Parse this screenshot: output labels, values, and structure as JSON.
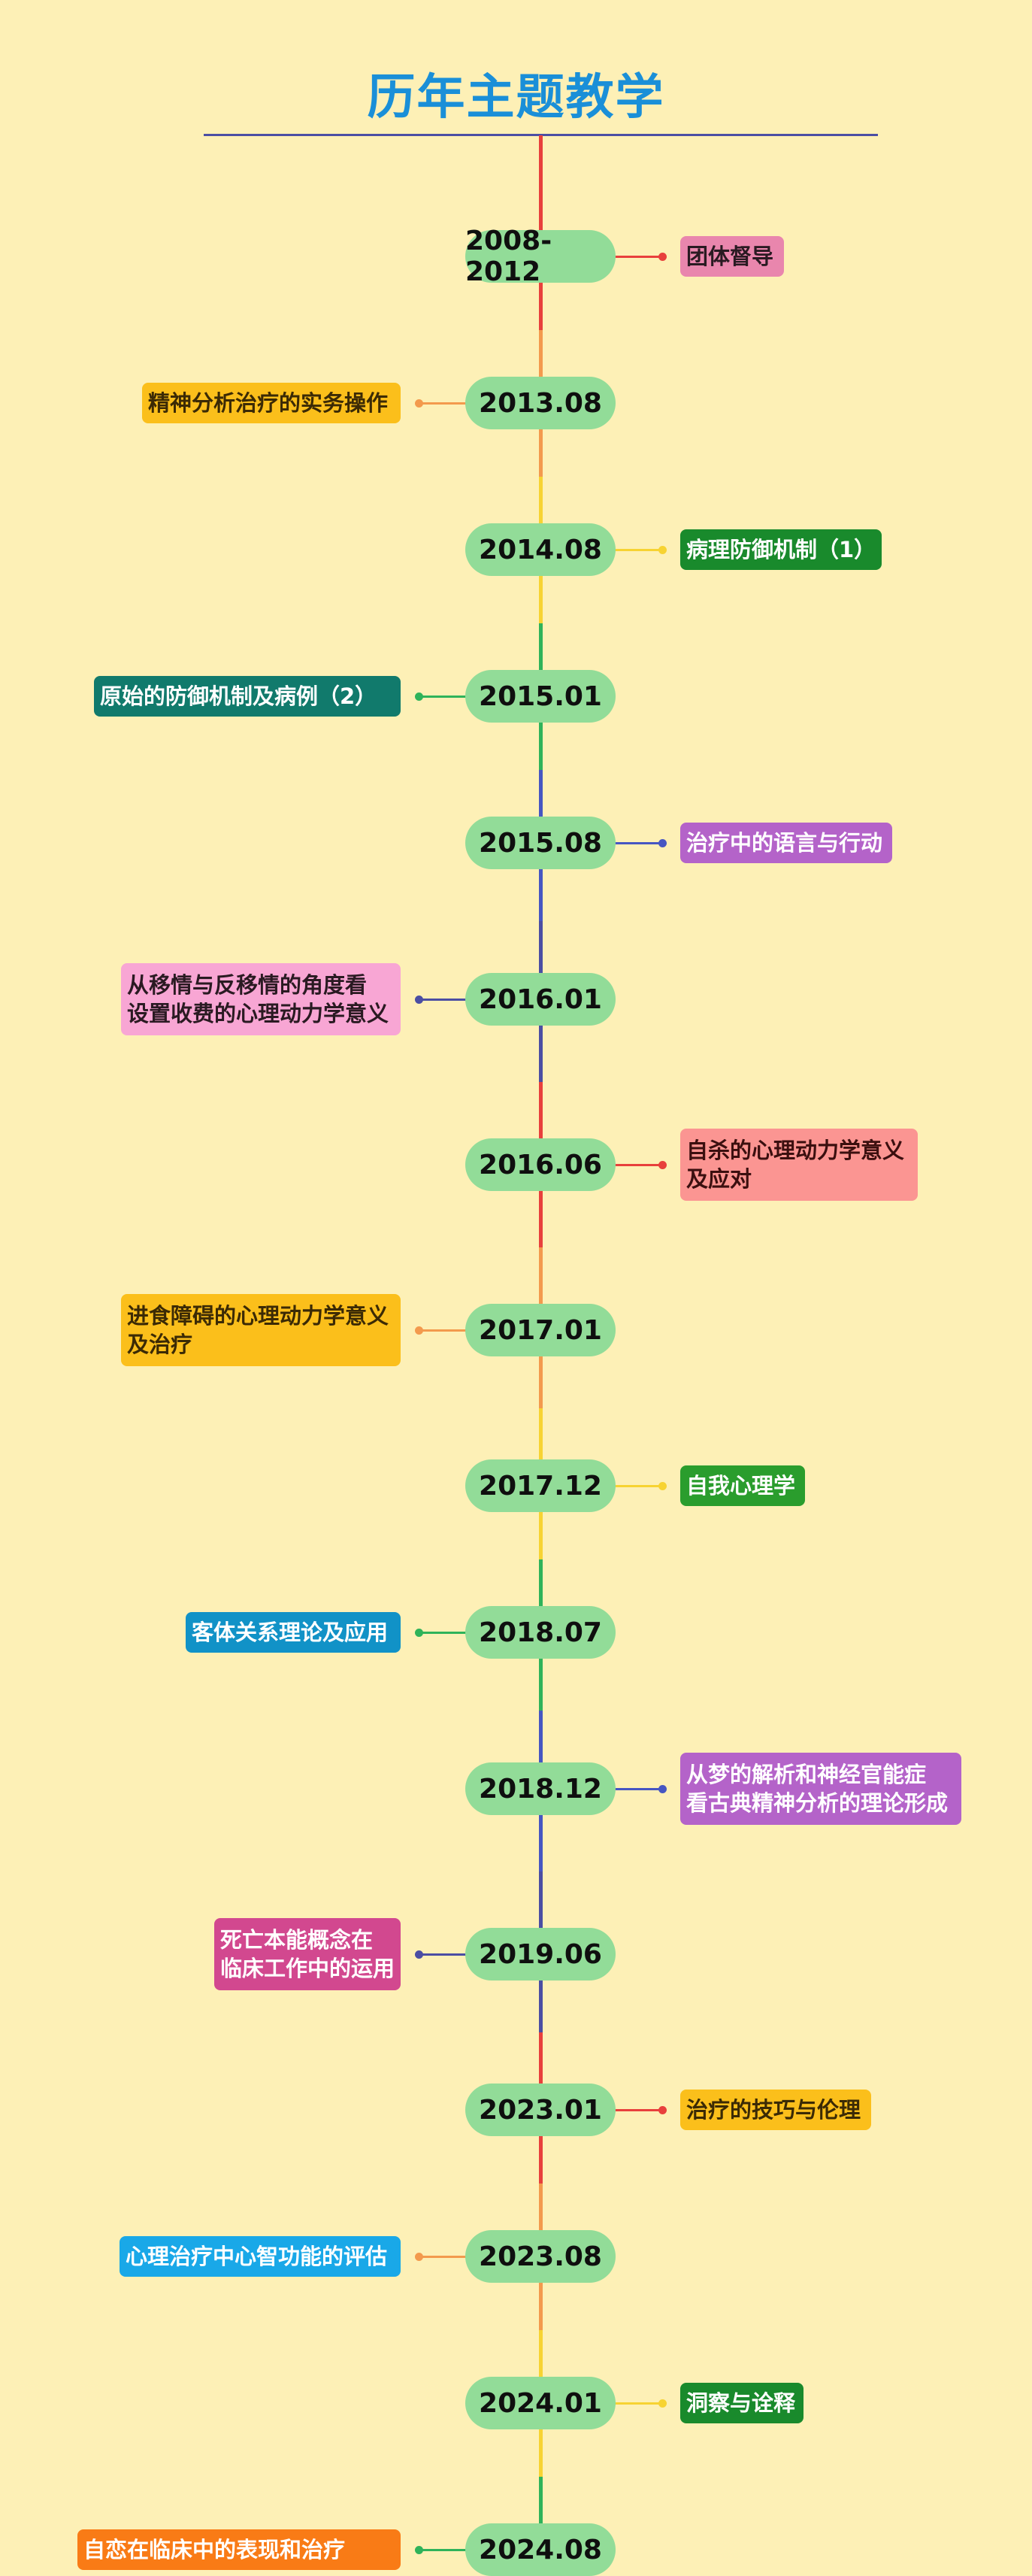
{
  "title": "历年主题教学",
  "timeline": [
    {
      "year": "2008-2012",
      "topic": [
        "团体督导"
      ],
      "side": "right",
      "topic_bg": "#e986ad",
      "topic_fg": "#2a1a22",
      "line_color": "#e8403c"
    },
    {
      "year": "2013.08",
      "topic": [
        "精神分析治疗的实务操作"
      ],
      "side": "left",
      "topic_bg": "#fbbf1b",
      "topic_fg": "#3b2a05",
      "line_color": "#f39a4d"
    },
    {
      "year": "2014.08",
      "topic": [
        "病理防御机制（1）"
      ],
      "side": "right",
      "topic_bg": "#198a2c",
      "topic_fg": "#ffffff",
      "line_color": "#f7d332"
    },
    {
      "year": "2015.01",
      "topic": [
        "原始的防御机制及病例（2）"
      ],
      "side": "left",
      "topic_bg": "#117a6c",
      "topic_fg": "#ffffff",
      "line_color": "#2fb35a"
    },
    {
      "year": "2015.08",
      "topic": [
        "治疗中的语言与行动"
      ],
      "side": "right",
      "topic_bg": "#b463c9",
      "topic_fg": "#ffffff",
      "line_color": "#4656c2"
    },
    {
      "year": "2016.01",
      "topic": [
        "从移情与反移情的角度看",
        "设置收费的心理动力学意义"
      ],
      "side": "left",
      "topic_bg": "#f8a6d4",
      "topic_fg": "#2a1a22",
      "line_color": "#4b4ea3"
    },
    {
      "year": "2016.06",
      "topic": [
        "自杀的心理动力学意义",
        "及应对"
      ],
      "side": "right",
      "topic_bg": "#fb9592",
      "topic_fg": "#3b0f0f",
      "line_color": "#e8403c"
    },
    {
      "year": "2017.01",
      "topic": [
        "进食障碍的心理动力学意义",
        "及治疗"
      ],
      "side": "left",
      "topic_bg": "#fbbf1b",
      "topic_fg": "#3b2a05",
      "line_color": "#f39a4d"
    },
    {
      "year": "2017.12",
      "topic": [
        "自我心理学"
      ],
      "side": "right",
      "topic_bg": "#2a9d2d",
      "topic_fg": "#ffffff",
      "line_color": "#f7d332"
    },
    {
      "year": "2018.07",
      "topic": [
        "客体关系理论及应用"
      ],
      "side": "left",
      "topic_bg": "#1192c7",
      "topic_fg": "#ffffff",
      "line_color": "#2fb35a"
    },
    {
      "year": "2018.12",
      "topic": [
        "从梦的解析和神经官能症",
        "看古典精神分析的理论形成"
      ],
      "side": "right",
      "topic_bg": "#b463c9",
      "topic_fg": "#ffffff",
      "line_color": "#4656c2"
    },
    {
      "year": "2019.06",
      "topic": [
        "死亡本能概念在",
        "临床工作中的运用"
      ],
      "side": "left",
      "topic_bg": "#d2488f",
      "topic_fg": "#ffffff",
      "line_color": "#4b4ea3"
    },
    {
      "year": "2023.01",
      "topic": [
        "治疗的技巧与伦理"
      ],
      "side": "right",
      "topic_bg": "#fbbf1b",
      "topic_fg": "#3b2a05",
      "line_color": "#e8403c"
    },
    {
      "year": "2023.08",
      "topic": [
        "心理治疗中心智功能的评估"
      ],
      "side": "left",
      "topic_bg": "#19a8e8",
      "topic_fg": "#ffffff",
      "line_color": "#f39a4d"
    },
    {
      "year": "2024.01",
      "topic": [
        "洞察与诠释"
      ],
      "side": "right",
      "topic_bg": "#198a2c",
      "topic_fg": "#ffffff",
      "line_color": "#f7d332"
    },
    {
      "year": "2024.08",
      "topic": [
        "自恋在临床中的表现和治疗"
      ],
      "side": "left",
      "topic_bg": "#f97b16",
      "topic_fg": "#ffffff",
      "line_color": "#2fb35a"
    }
  ],
  "spine_colors": [
    "#e8403c",
    "#f39a4d",
    "#f7d332",
    "#2fb35a",
    "#4656c2",
    "#4b4ea3"
  ]
}
